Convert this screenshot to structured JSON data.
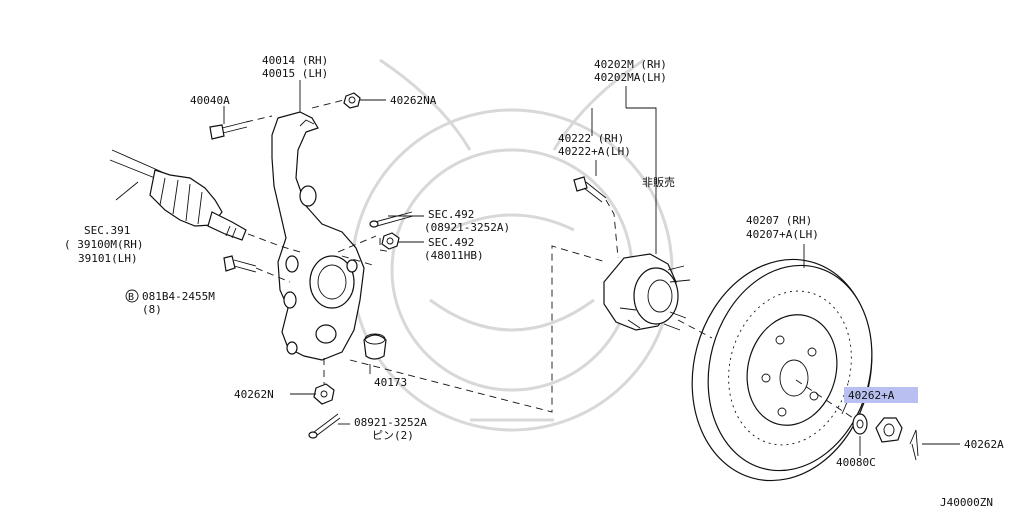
{
  "diagram_code": "J40000ZN",
  "colors": {
    "line": "#111111",
    "highlight": "#b9bff0",
    "watermark": "#d8d8d8"
  },
  "labels": {
    "knuckle_rh": "40014 (RH)",
    "knuckle_lh": "40015 (LH)",
    "bolt_40040a": "40040A",
    "nut_40262na": "40262NA",
    "sec391": "SEC.391",
    "sec391_rh": "( 39100M(RH)",
    "sec391_lh": "39101(LH)",
    "sec492_a": "SEC.492",
    "sec492_a_sub": "(08921-3252A)",
    "sec492_b": "SEC.492",
    "sec492_b_sub": "(48011HB)",
    "bolt_081b4": "081B4-2455M",
    "bolt_081b4_qty": "(8)",
    "bolt_prefix": "B",
    "part_40173": "40173",
    "nut_40262n": "40262N",
    "pin_08921": "08921-3252A",
    "pin_08921_sub": "ピン(2)",
    "hub_rh": "40202M  (RH)",
    "hub_lh": "40202MA(LH)",
    "sensor_rh": "40222   (RH)",
    "sensor_lh": "40222+A(LH)",
    "not_for_sale": "非販売",
    "rotor_rh": "40207  (RH)",
    "rotor_lh": "40207+A(LH)",
    "nut_highlight": "40262+A",
    "washer": "40080C",
    "pin_40262a": "40262A"
  }
}
